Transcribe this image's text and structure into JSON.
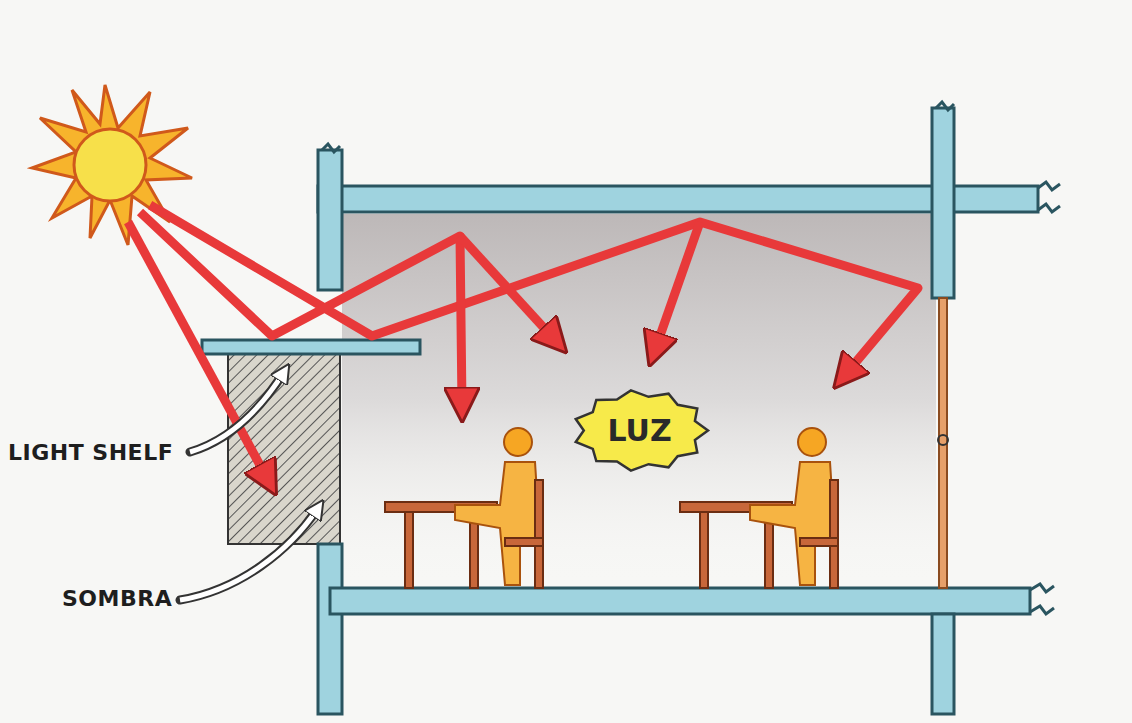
{
  "diagram": {
    "nodes": [
      {
        "text": [
          "LUZ"
        ]
      }
    ],
    "edges": [],
    "labels": [
      "LIGHT SHELF",
      "SOMBRA"
    ]
  }
}
